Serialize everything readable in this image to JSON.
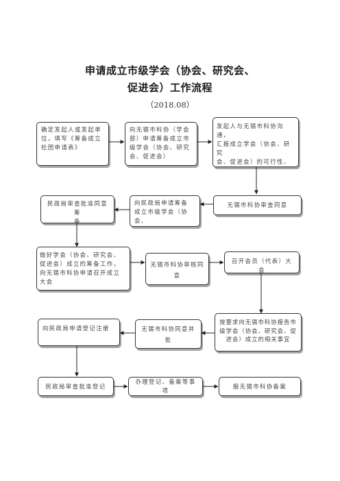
{
  "doc": {
    "title_line1": "申请成立市级学会（协会、研究会、",
    "title_line2": "促进会）工作流程",
    "date": "（2018.08）"
  },
  "steps": {
    "s1": "确定发起人或发起单\n位，填写《筹备成立\n社团申请表》",
    "s2": "向无锡市科协（学会\n部）申请筹备成立市\n级学会（协会、研究\n会、促进会）",
    "s3": "发起人与无锡市科协沟通，\n汇报成立学会（协会、研究\n会、促进会）的可行性、必\n要性以及办会宗旨",
    "s4": "民政局审查批准同意筹\n备",
    "s5": "向民政局申请筹备\n成立市级学会（协会、\n研究会、促进会）",
    "s6": "无锡市科协审查同意",
    "s7": "做好学会（协会、研究会、\n促进会）成立的筹备工作，\n向无锡市科协申请召开成立\n大会",
    "s8": "无锡市科协审核同\n意",
    "s9": "召开会员（代表）大会",
    "s10": "向民政局申请登记注册",
    "s11": "无锡市科协同意并批\n复",
    "s12": "按要求向无锡市科协报告市\n级学会（协会、研究会、促\n进会）成立的相关事宜",
    "s13": "民政局审查批准登记",
    "s14": "办理登记、备案等事项",
    "s15": "报无锡市科协备案"
  }
}
